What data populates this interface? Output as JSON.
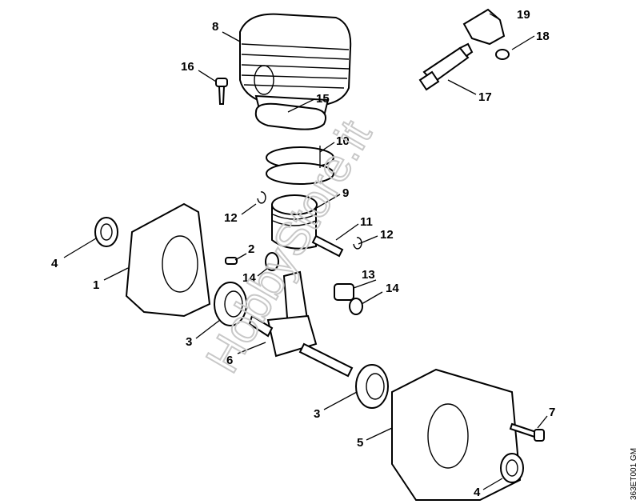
{
  "diagram": {
    "labels": {
      "p1": "1",
      "p2": "2",
      "p3a": "3",
      "p3b": "3",
      "p4a": "4",
      "p4b": "4",
      "p5": "5",
      "p6": "6",
      "p7": "7",
      "p8": "8",
      "p9": "9",
      "p10": "10",
      "p11": "11",
      "p12a": "12",
      "p12b": "12",
      "p13": "13",
      "p14a": "14",
      "p14b": "14",
      "p15": "15",
      "p16": "16",
      "p17": "17",
      "p18": "18",
      "p19": "19"
    },
    "watermark": "HobbyStore.it",
    "drawing_code": "363ET001 GM"
  }
}
